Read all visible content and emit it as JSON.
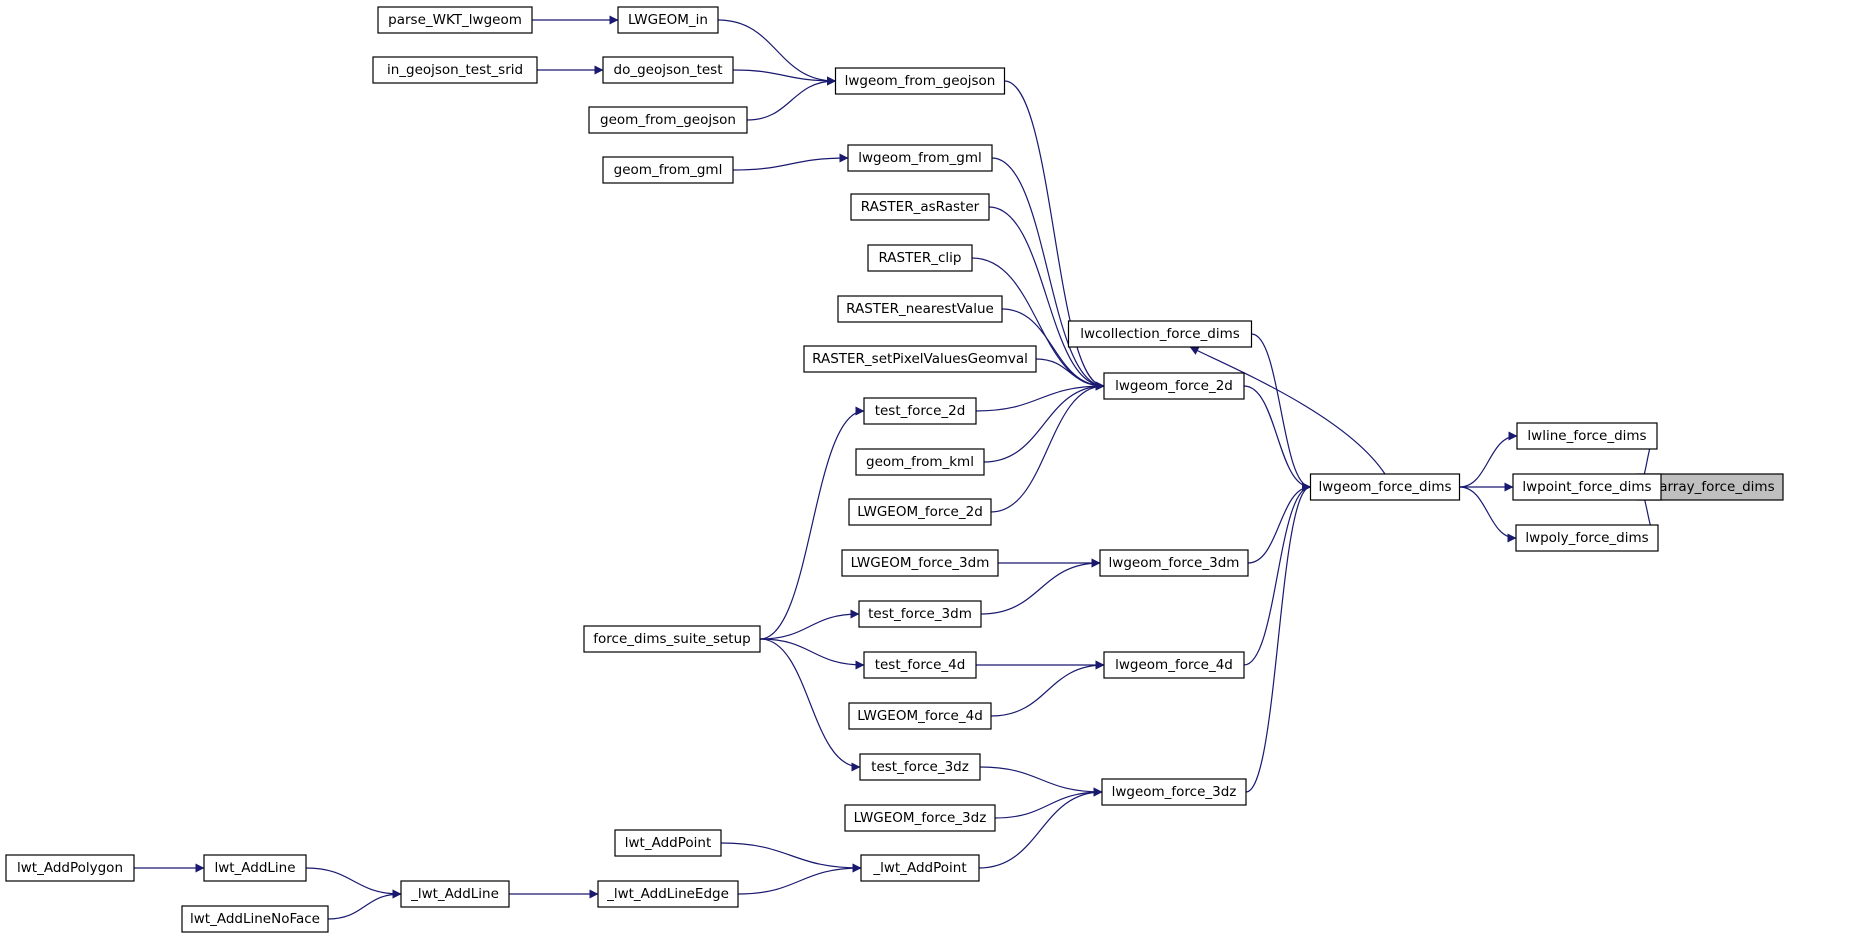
{
  "graph": {
    "edge_color": "#191970",
    "nodes": [
      {
        "id": "ptarray_force_dims",
        "label": "ptarray_force_dims",
        "highlight": true
      },
      {
        "id": "lwline_force_dims",
        "label": "lwline_force_dims"
      },
      {
        "id": "lwpoint_force_dims",
        "label": "lwpoint_force_dims"
      },
      {
        "id": "lwpoly_force_dims",
        "label": "lwpoly_force_dims"
      },
      {
        "id": "lwgeom_force_dims",
        "label": "lwgeom_force_dims"
      },
      {
        "id": "lwcollection_force_dims",
        "label": "lwcollection_force_dims"
      },
      {
        "id": "lwgeom_force_2d",
        "label": "lwgeom_force_2d"
      },
      {
        "id": "lwgeom_force_3dm",
        "label": "lwgeom_force_3dm"
      },
      {
        "id": "lwgeom_force_4d",
        "label": "lwgeom_force_4d"
      },
      {
        "id": "lwgeom_force_3dz",
        "label": "lwgeom_force_3dz"
      },
      {
        "id": "lwgeom_from_geojson",
        "label": "lwgeom_from_geojson"
      },
      {
        "id": "lwgeom_from_gml",
        "label": "lwgeom_from_gml"
      },
      {
        "id": "RASTER_asRaster",
        "label": "RASTER_asRaster"
      },
      {
        "id": "RASTER_clip",
        "label": "RASTER_clip"
      },
      {
        "id": "RASTER_nearestValue",
        "label": "RASTER_nearestValue"
      },
      {
        "id": "RASTER_setPixelValuesGeomval",
        "label": "RASTER_setPixelValuesGeomval"
      },
      {
        "id": "test_force_2d",
        "label": "test_force_2d"
      },
      {
        "id": "geom_from_kml",
        "label": "geom_from_kml"
      },
      {
        "id": "LWGEOM_force_2d",
        "label": "LWGEOM_force_2d"
      },
      {
        "id": "LWGEOM_force_3dm",
        "label": "LWGEOM_force_3dm"
      },
      {
        "id": "test_force_3dm",
        "label": "test_force_3dm"
      },
      {
        "id": "test_force_4d",
        "label": "test_force_4d"
      },
      {
        "id": "LWGEOM_force_4d",
        "label": "LWGEOM_force_4d"
      },
      {
        "id": "test_force_3dz",
        "label": "test_force_3dz"
      },
      {
        "id": "LWGEOM_force_3dz",
        "label": "LWGEOM_force_3dz"
      },
      {
        "id": "_lwt_AddPoint",
        "label": "_lwt_AddPoint"
      },
      {
        "id": "LWGEOM_in",
        "label": "LWGEOM_in"
      },
      {
        "id": "do_geojson_test",
        "label": "do_geojson_test"
      },
      {
        "id": "geom_from_geojson",
        "label": "geom_from_geojson"
      },
      {
        "id": "geom_from_gml",
        "label": "geom_from_gml"
      },
      {
        "id": "parse_WKT_lwgeom",
        "label": "parse_WKT_lwgeom"
      },
      {
        "id": "in_geojson_test_srid",
        "label": "in_geojson_test_srid"
      },
      {
        "id": "force_dims_suite_setup",
        "label": "force_dims_suite_setup"
      },
      {
        "id": "lwt_AddPoint",
        "label": "lwt_AddPoint"
      },
      {
        "id": "_lwt_AddLineEdge",
        "label": "_lwt_AddLineEdge"
      },
      {
        "id": "_lwt_AddLine",
        "label": "_lwt_AddLine"
      },
      {
        "id": "lwt_AddLine",
        "label": "lwt_AddLine"
      },
      {
        "id": "lwt_AddLineNoFace",
        "label": "lwt_AddLineNoFace"
      },
      {
        "id": "lwt_AddPolygon",
        "label": "lwt_AddPolygon"
      }
    ],
    "edges": [
      {
        "from": "lwline_force_dims",
        "to": "ptarray_force_dims"
      },
      {
        "from": "lwpoint_force_dims",
        "to": "ptarray_force_dims"
      },
      {
        "from": "lwpoly_force_dims",
        "to": "ptarray_force_dims"
      },
      {
        "from": "lwgeom_force_dims",
        "to": "lwline_force_dims"
      },
      {
        "from": "lwgeom_force_dims",
        "to": "lwpoint_force_dims"
      },
      {
        "from": "lwgeom_force_dims",
        "to": "lwpoly_force_dims"
      },
      {
        "from": "lwgeom_force_dims",
        "to": "lwcollection_force_dims"
      },
      {
        "from": "lwcollection_force_dims",
        "to": "lwgeom_force_dims"
      },
      {
        "from": "lwgeom_force_2d",
        "to": "lwgeom_force_dims"
      },
      {
        "from": "lwgeom_force_3dm",
        "to": "lwgeom_force_dims"
      },
      {
        "from": "lwgeom_force_4d",
        "to": "lwgeom_force_dims"
      },
      {
        "from": "lwgeom_force_3dz",
        "to": "lwgeom_force_dims"
      },
      {
        "from": "lwgeom_from_geojson",
        "to": "lwgeom_force_2d"
      },
      {
        "from": "lwgeom_from_gml",
        "to": "lwgeom_force_2d"
      },
      {
        "from": "RASTER_asRaster",
        "to": "lwgeom_force_2d"
      },
      {
        "from": "RASTER_clip",
        "to": "lwgeom_force_2d"
      },
      {
        "from": "RASTER_nearestValue",
        "to": "lwgeom_force_2d"
      },
      {
        "from": "RASTER_setPixelValuesGeomval",
        "to": "lwgeom_force_2d"
      },
      {
        "from": "test_force_2d",
        "to": "lwgeom_force_2d"
      },
      {
        "from": "geom_from_kml",
        "to": "lwgeom_force_2d"
      },
      {
        "from": "LWGEOM_force_2d",
        "to": "lwgeom_force_2d"
      },
      {
        "from": "LWGEOM_force_3dm",
        "to": "lwgeom_force_3dm"
      },
      {
        "from": "test_force_3dm",
        "to": "lwgeom_force_3dm"
      },
      {
        "from": "test_force_4d",
        "to": "lwgeom_force_4d"
      },
      {
        "from": "LWGEOM_force_4d",
        "to": "lwgeom_force_4d"
      },
      {
        "from": "test_force_3dz",
        "to": "lwgeom_force_3dz"
      },
      {
        "from": "LWGEOM_force_3dz",
        "to": "lwgeom_force_3dz"
      },
      {
        "from": "_lwt_AddPoint",
        "to": "lwgeom_force_3dz"
      },
      {
        "from": "LWGEOM_in",
        "to": "lwgeom_from_geojson"
      },
      {
        "from": "do_geojson_test",
        "to": "lwgeom_from_geojson"
      },
      {
        "from": "geom_from_geojson",
        "to": "lwgeom_from_geojson"
      },
      {
        "from": "geom_from_gml",
        "to": "lwgeom_from_gml"
      },
      {
        "from": "parse_WKT_lwgeom",
        "to": "LWGEOM_in"
      },
      {
        "from": "in_geojson_test_srid",
        "to": "do_geojson_test"
      },
      {
        "from": "force_dims_suite_setup",
        "to": "test_force_2d"
      },
      {
        "from": "force_dims_suite_setup",
        "to": "test_force_3dm"
      },
      {
        "from": "force_dims_suite_setup",
        "to": "test_force_4d"
      },
      {
        "from": "force_dims_suite_setup",
        "to": "test_force_3dz"
      },
      {
        "from": "lwt_AddPoint",
        "to": "_lwt_AddPoint"
      },
      {
        "from": "_lwt_AddLineEdge",
        "to": "_lwt_AddPoint"
      },
      {
        "from": "_lwt_AddLine",
        "to": "_lwt_AddLineEdge"
      },
      {
        "from": "lwt_AddLine",
        "to": "_lwt_AddLine"
      },
      {
        "from": "lwt_AddLineNoFace",
        "to": "_lwt_AddLine"
      },
      {
        "from": "lwt_AddPolygon",
        "to": "lwt_AddLine"
      }
    ]
  }
}
